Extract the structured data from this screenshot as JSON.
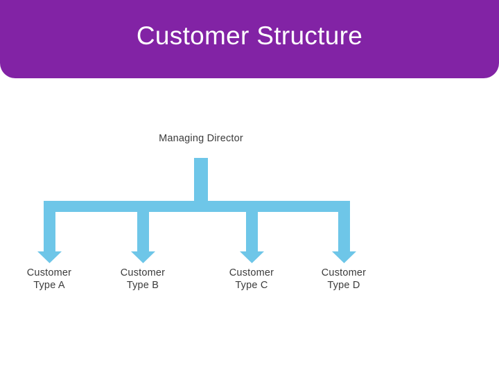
{
  "slide": {
    "title": "Customer Structure",
    "header_color": "#8223A5",
    "title_color": "#FFFFFF",
    "background_color": "#FFFFFF"
  },
  "diagram": {
    "type": "org-chart",
    "arrow_color": "#6EC6E8",
    "label_color": "#3B3B3B",
    "root": {
      "label": "Managing Director"
    },
    "children": [
      {
        "line1": "Customer",
        "line2": "Type A"
      },
      {
        "line1": "Customer",
        "line2": "Type B"
      },
      {
        "line1": "Customer",
        "line2": "Type C"
      },
      {
        "line1": "Customer",
        "line2": "Type D"
      }
    ]
  }
}
